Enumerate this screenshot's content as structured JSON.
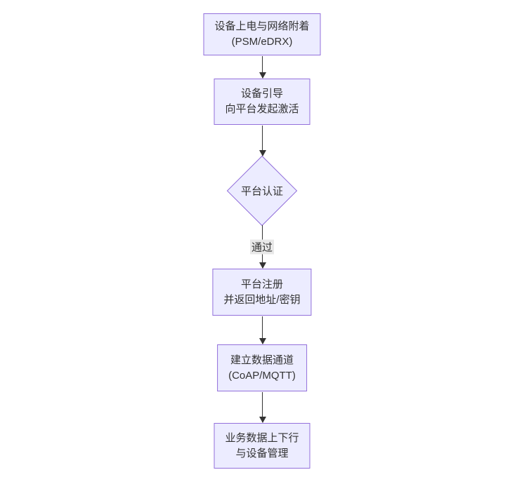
{
  "diagram": {
    "type": "flowchart",
    "direction": "top-down",
    "colors": {
      "node_fill": "#ECECFF",
      "node_border": "#9370DB",
      "text": "#333333",
      "arrow": "#333333",
      "edge_label_bg": "#e8e8e8",
      "background": "#ffffff"
    },
    "nodes": [
      {
        "id": "power-attach",
        "shape": "rect",
        "lines": [
          "设备上电与网络附着",
          "(PSM/eDRX)"
        ]
      },
      {
        "id": "bootstrap",
        "shape": "rect",
        "lines": [
          "设备引导",
          "向平台发起激活"
        ]
      },
      {
        "id": "platform-auth",
        "shape": "diamond",
        "lines": [
          "平台认证"
        ]
      },
      {
        "id": "register",
        "shape": "rect",
        "lines": [
          "平台注册",
          "并返回地址/密钥"
        ]
      },
      {
        "id": "data-channel",
        "shape": "rect",
        "lines": [
          "建立数据通道",
          "(CoAP/MQTT)"
        ]
      },
      {
        "id": "business-data",
        "shape": "rect",
        "lines": [
          "业务数据上下行",
          "与设备管理"
        ]
      }
    ],
    "edges": [
      {
        "from": "power-attach",
        "to": "bootstrap",
        "label": ""
      },
      {
        "from": "bootstrap",
        "to": "platform-auth",
        "label": ""
      },
      {
        "from": "platform-auth",
        "to": "register",
        "label": "通过"
      },
      {
        "from": "register",
        "to": "data-channel",
        "label": ""
      },
      {
        "from": "data-channel",
        "to": "business-data",
        "label": ""
      }
    ]
  }
}
